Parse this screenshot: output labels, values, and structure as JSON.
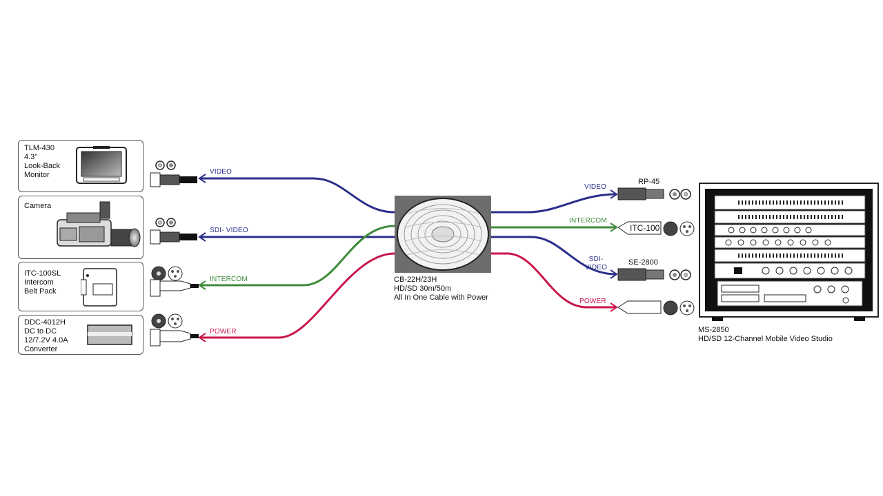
{
  "devices_left": [
    {
      "id": "monitor",
      "lines": "TLM-430\n4.3\"\nLook-Back\nMonitor"
    },
    {
      "id": "camera",
      "lines": "Camera"
    },
    {
      "id": "intercom",
      "lines": "ITC-100SL\nIntercom\nBelt Pack"
    },
    {
      "id": "converter",
      "lines": "DDC-4012H\nDC to DC\n12/7.2V 4.0A\nConverter"
    }
  ],
  "cables_left": {
    "video": "VIDEO",
    "sdi_video": "SDI- VIDEO",
    "intercom": "INTERCOM",
    "power": "POWER"
  },
  "cables_right": {
    "video": "VIDEO",
    "intercom": "INTERCOM",
    "sdi_video": "SDI-\nVIDEO",
    "power": "POWER"
  },
  "connectors_right": {
    "rp45": "RP-45",
    "itc100": "ITC-100",
    "se2800": "SE-2800"
  },
  "cable_reel": {
    "line1": "CB-22H/23H",
    "line2": "HD/SD 30m/50m",
    "line3": "All In One Cable with Power"
  },
  "studio": {
    "model": "MS-2850",
    "description": "HD/SD 12-Channel Mobile Video Studio"
  },
  "colors": {
    "video": "#2b2f8a",
    "intercom": "#3f8a3a",
    "power": "#c8164a",
    "reel_bg": "#6d6d6d"
  }
}
